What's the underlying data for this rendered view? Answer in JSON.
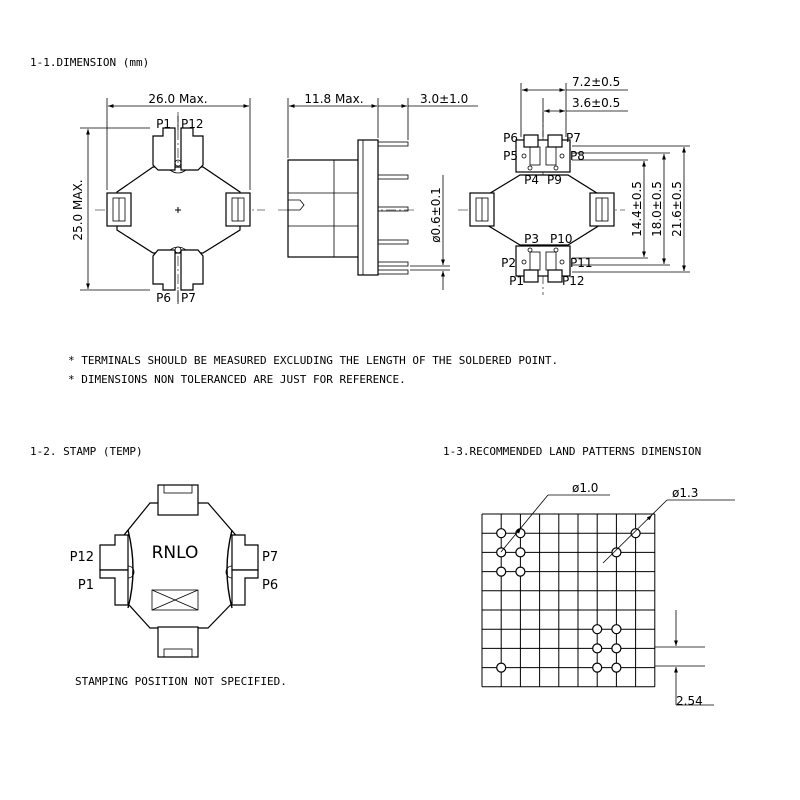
{
  "sections": {
    "dimension_title": "1-1.DIMENSION (mm)",
    "stamp_title": "1-2. STAMP (TEMP)",
    "land_title": "1-3.RECOMMENDED LAND PATTERNS DIMENSION"
  },
  "top_view": {
    "width_label": "26.0 Max.",
    "height_label": "25.0 MAX.",
    "pins": {
      "p1": "P1",
      "p12": "P12",
      "p6": "P6",
      "p7": "P7"
    }
  },
  "side_view": {
    "length_label": "11.8 Max.",
    "lead_label": "3.0±1.0",
    "lead_dia_label": "ø0.6±0.1"
  },
  "bottom_view": {
    "dim_72": "7.2±0.5",
    "dim_36": "3.6±0.5",
    "dim_144": "14.4±0.5",
    "dim_180": "18.0±0.5",
    "dim_216": "21.6±0.5",
    "pins": {
      "p6": "P6",
      "p7": "P7",
      "p5": "P5",
      "p8": "P8",
      "p4": "P4",
      "p9": "P9",
      "p3": "P3",
      "p10": "P10",
      "p2": "P2",
      "p11": "P11",
      "p1": "P1",
      "p12": "P12"
    }
  },
  "notes": {
    "note1": "* TERMINALS SHOULD BE MEASURED EXCLUDING THE LENGTH OF THE SOLDERED POINT.",
    "note2": "* DIMENSIONS NON TOLERANCED ARE JUST FOR REFERENCE."
  },
  "stamp": {
    "marking": "RNLO",
    "pins": {
      "p12": "P12",
      "p1": "P1",
      "p7": "P7",
      "p6": "P6"
    },
    "note": "STAMPING POSITION NOT SPECIFIED."
  },
  "land_pattern": {
    "hole_small_label": "ø1.0",
    "hole_large_label": "ø1.3",
    "pitch_label": "2.54"
  }
}
